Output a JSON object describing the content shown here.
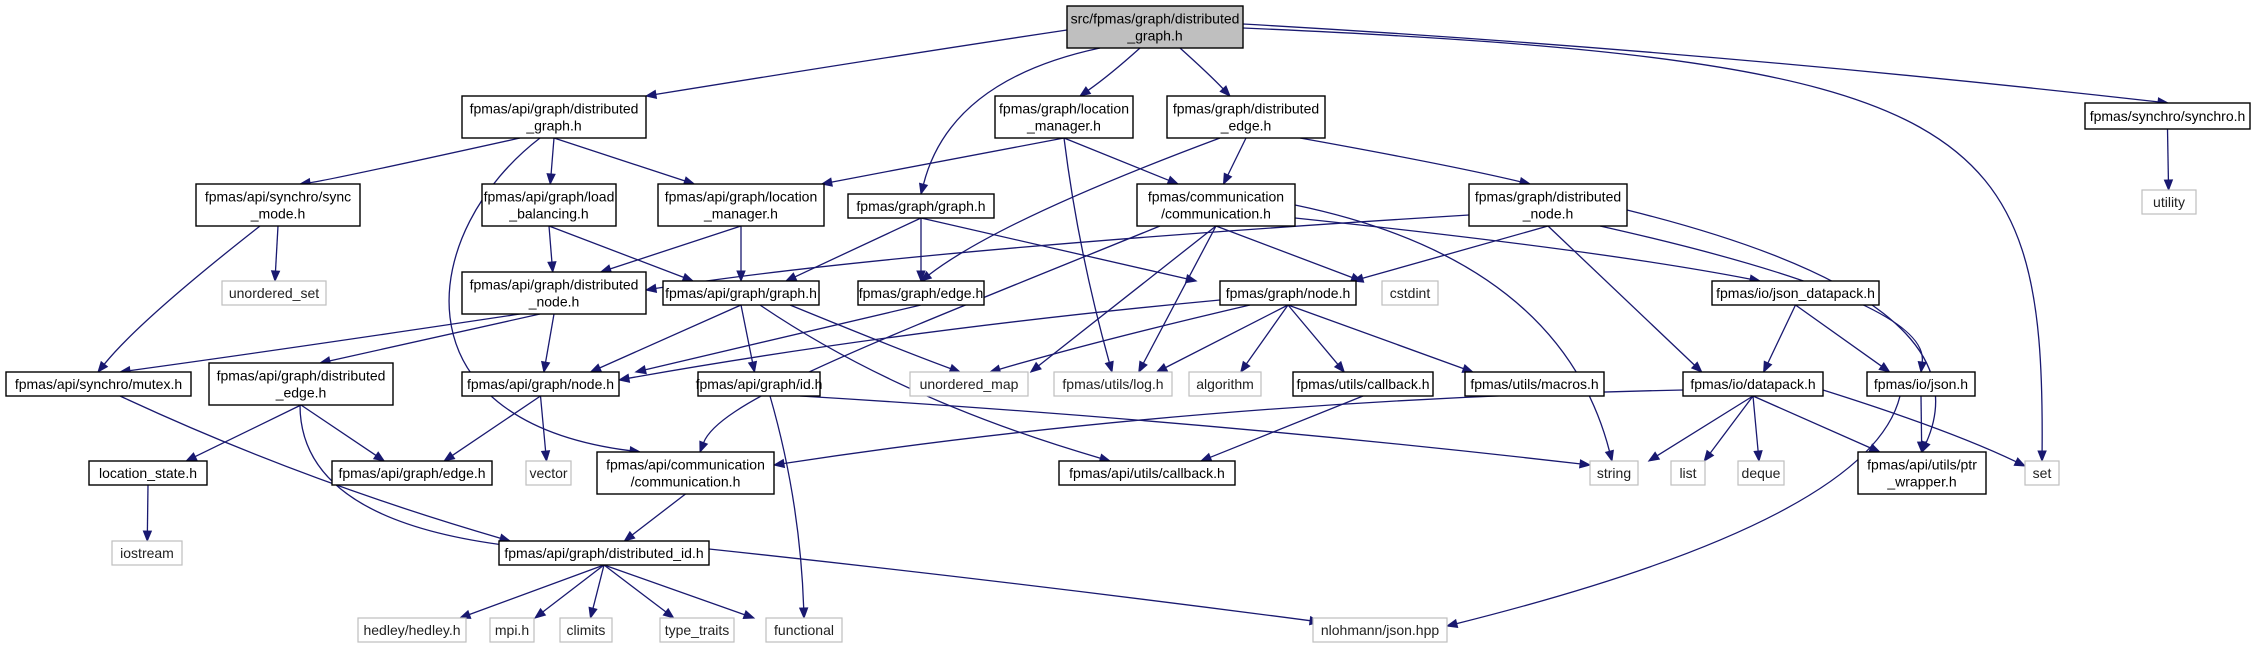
{
  "graph": {
    "nodes": [
      {
        "id": "root",
        "lines": [
          "src/fpmas/graph/distributed",
          "_graph.h"
        ],
        "kind": "root"
      },
      {
        "id": "api_dg",
        "lines": [
          "fpmas/api/graph/distributed",
          "_graph.h"
        ],
        "kind": "local"
      },
      {
        "id": "g_lm",
        "lines": [
          "fpmas/graph/location",
          "_manager.h"
        ],
        "kind": "local"
      },
      {
        "id": "g_de",
        "lines": [
          "fpmas/graph/distributed",
          "_edge.h"
        ],
        "kind": "local"
      },
      {
        "id": "sync_h",
        "lines": [
          "fpmas/synchro/synchro.h"
        ],
        "kind": "local"
      },
      {
        "id": "utility",
        "lines": [
          "utility"
        ],
        "kind": "sys"
      },
      {
        "id": "sync_mode",
        "lines": [
          "fpmas/api/synchro/sync",
          "_mode.h"
        ],
        "kind": "local"
      },
      {
        "id": "load_bal",
        "lines": [
          "fpmas/api/graph/load",
          "_balancing.h"
        ],
        "kind": "local"
      },
      {
        "id": "api_lm",
        "lines": [
          "fpmas/api/graph/location",
          "_manager.h"
        ],
        "kind": "local"
      },
      {
        "id": "g_graph",
        "lines": [
          "fpmas/graph/graph.h"
        ],
        "kind": "local"
      },
      {
        "id": "comm",
        "lines": [
          "fpmas/communication",
          "/communication.h"
        ],
        "kind": "local"
      },
      {
        "id": "g_dn",
        "lines": [
          "fpmas/graph/distributed",
          "_node.h"
        ],
        "kind": "local"
      },
      {
        "id": "unordered_set",
        "lines": [
          "unordered_set"
        ],
        "kind": "sys"
      },
      {
        "id": "api_dn",
        "lines": [
          "fpmas/api/graph/distributed",
          "_node.h"
        ],
        "kind": "local"
      },
      {
        "id": "api_graph",
        "lines": [
          "fpmas/api/graph/graph.h"
        ],
        "kind": "local"
      },
      {
        "id": "g_edge",
        "lines": [
          "fpmas/graph/edge.h"
        ],
        "kind": "local"
      },
      {
        "id": "g_node",
        "lines": [
          "fpmas/graph/node.h"
        ],
        "kind": "local"
      },
      {
        "id": "cstdint",
        "lines": [
          "cstdint"
        ],
        "kind": "sys"
      },
      {
        "id": "json_dp",
        "lines": [
          "fpmas/io/json_datapack.h"
        ],
        "kind": "local"
      },
      {
        "id": "mutex",
        "lines": [
          "fpmas/api/synchro/mutex.h"
        ],
        "kind": "local"
      },
      {
        "id": "api_de",
        "lines": [
          "fpmas/api/graph/distributed",
          "_edge.h"
        ],
        "kind": "local"
      },
      {
        "id": "api_node",
        "lines": [
          "fpmas/api/graph/node.h"
        ],
        "kind": "local"
      },
      {
        "id": "api_id",
        "lines": [
          "fpmas/api/graph/id.h"
        ],
        "kind": "local"
      },
      {
        "id": "unordered_map",
        "lines": [
          "unordered_map"
        ],
        "kind": "sys"
      },
      {
        "id": "log",
        "lines": [
          "fpmas/utils/log.h"
        ],
        "kind": "sys"
      },
      {
        "id": "algorithm",
        "lines": [
          "algorithm"
        ],
        "kind": "sys"
      },
      {
        "id": "u_cb",
        "lines": [
          "fpmas/utils/callback.h"
        ],
        "kind": "local"
      },
      {
        "id": "macros",
        "lines": [
          "fpmas/utils/macros.h"
        ],
        "kind": "local"
      },
      {
        "id": "datapack",
        "lines": [
          "fpmas/io/datapack.h"
        ],
        "kind": "local"
      },
      {
        "id": "json",
        "lines": [
          "fpmas/io/json.h"
        ],
        "kind": "local"
      },
      {
        "id": "loc_state",
        "lines": [
          "location_state.h"
        ],
        "kind": "local"
      },
      {
        "id": "api_edge",
        "lines": [
          "fpmas/api/graph/edge.h"
        ],
        "kind": "local"
      },
      {
        "id": "vector",
        "lines": [
          "vector"
        ],
        "kind": "sys"
      },
      {
        "id": "api_comm",
        "lines": [
          "fpmas/api/communication",
          "/communication.h"
        ],
        "kind": "local"
      },
      {
        "id": "api_cb",
        "lines": [
          "fpmas/api/utils/callback.h"
        ],
        "kind": "local"
      },
      {
        "id": "string",
        "lines": [
          "string"
        ],
        "kind": "sys"
      },
      {
        "id": "list",
        "lines": [
          "list"
        ],
        "kind": "sys"
      },
      {
        "id": "deque",
        "lines": [
          "deque"
        ],
        "kind": "sys"
      },
      {
        "id": "ptr_wrapper",
        "lines": [
          "fpmas/api/utils/ptr",
          "_wrapper.h"
        ],
        "kind": "local"
      },
      {
        "id": "set",
        "lines": [
          "set"
        ],
        "kind": "sys"
      },
      {
        "id": "iostream",
        "lines": [
          "iostream"
        ],
        "kind": "sys"
      },
      {
        "id": "dist_id",
        "lines": [
          "fpmas/api/graph/distributed_id.h"
        ],
        "kind": "local"
      },
      {
        "id": "hedley",
        "lines": [
          "hedley/hedley.h"
        ],
        "kind": "sys"
      },
      {
        "id": "mpi",
        "lines": [
          "mpi.h"
        ],
        "kind": "sys"
      },
      {
        "id": "climits",
        "lines": [
          "climits"
        ],
        "kind": "sys"
      },
      {
        "id": "type_traits",
        "lines": [
          "type_traits"
        ],
        "kind": "sys"
      },
      {
        "id": "functional",
        "lines": [
          "functional"
        ],
        "kind": "sys"
      },
      {
        "id": "nlohmann",
        "lines": [
          "nlohmann/json.hpp"
        ],
        "kind": "sys"
      }
    ],
    "edges": [
      [
        "root",
        "api_dg"
      ],
      [
        "root",
        "g_lm"
      ],
      [
        "root",
        "g_de"
      ],
      [
        "root",
        "g_graph"
      ],
      [
        "root",
        "sync_h"
      ],
      [
        "root",
        "set"
      ],
      [
        "sync_h",
        "utility"
      ],
      [
        "api_dg",
        "sync_mode"
      ],
      [
        "api_dg",
        "load_bal"
      ],
      [
        "api_dg",
        "api_lm"
      ],
      [
        "api_dg",
        "api_comm"
      ],
      [
        "g_lm",
        "api_lm"
      ],
      [
        "g_lm",
        "comm"
      ],
      [
        "g_lm",
        "log"
      ],
      [
        "g_de",
        "g_edge"
      ],
      [
        "g_de",
        "comm"
      ],
      [
        "g_de",
        "g_dn"
      ],
      [
        "sync_mode",
        "unordered_set"
      ],
      [
        "sync_mode",
        "mutex"
      ],
      [
        "load_bal",
        "api_dn"
      ],
      [
        "load_bal",
        "api_graph"
      ],
      [
        "api_lm",
        "api_dn"
      ],
      [
        "api_lm",
        "api_graph"
      ],
      [
        "g_graph",
        "g_edge"
      ],
      [
        "g_graph",
        "api_graph"
      ],
      [
        "g_graph",
        "g_node"
      ],
      [
        "comm",
        "api_comm"
      ],
      [
        "comm",
        "unordered_map"
      ],
      [
        "comm",
        "log"
      ],
      [
        "comm",
        "cstdint"
      ],
      [
        "comm",
        "string"
      ],
      [
        "comm",
        "json_dp"
      ],
      [
        "g_dn",
        "api_dn"
      ],
      [
        "g_dn",
        "g_node"
      ],
      [
        "g_dn",
        "datapack"
      ],
      [
        "g_dn",
        "json"
      ],
      [
        "g_dn",
        "ptr_wrapper"
      ],
      [
        "api_dn",
        "mutex"
      ],
      [
        "api_dn",
        "api_de"
      ],
      [
        "api_dn",
        "api_node"
      ],
      [
        "api_graph",
        "api_node"
      ],
      [
        "api_graph",
        "api_id"
      ],
      [
        "api_graph",
        "unordered_map"
      ],
      [
        "api_graph",
        "api_cb"
      ],
      [
        "g_edge",
        "api_node"
      ],
      [
        "g_node",
        "api_node"
      ],
      [
        "g_node",
        "unordered_map"
      ],
      [
        "g_node",
        "log"
      ],
      [
        "g_node",
        "algorithm"
      ],
      [
        "g_node",
        "u_cb"
      ],
      [
        "g_node",
        "macros"
      ],
      [
        "json_dp",
        "datapack"
      ],
      [
        "json_dp",
        "json"
      ],
      [
        "mutex",
        "dist_id"
      ],
      [
        "api_de",
        "loc_state"
      ],
      [
        "api_de",
        "api_edge"
      ],
      [
        "api_de",
        "dist_id"
      ],
      [
        "api_node",
        "api_edge"
      ],
      [
        "api_node",
        "vector"
      ],
      [
        "api_id",
        "string"
      ],
      [
        "api_id",
        "functional"
      ],
      [
        "u_cb",
        "api_cb"
      ],
      [
        "datapack",
        "api_comm"
      ],
      [
        "datapack",
        "string"
      ],
      [
        "datapack",
        "list"
      ],
      [
        "datapack",
        "deque"
      ],
      [
        "datapack",
        "ptr_wrapper"
      ],
      [
        "datapack",
        "set"
      ],
      [
        "json",
        "ptr_wrapper"
      ],
      [
        "json",
        "nlohmann"
      ],
      [
        "loc_state",
        "iostream"
      ],
      [
        "api_comm",
        "dist_id"
      ],
      [
        "dist_id",
        "hedley"
      ],
      [
        "dist_id",
        "mpi"
      ],
      [
        "dist_id",
        "climits"
      ],
      [
        "dist_id",
        "type_traits"
      ],
      [
        "dist_id",
        "functional"
      ],
      [
        "dist_id",
        "nlohmann"
      ]
    ]
  }
}
